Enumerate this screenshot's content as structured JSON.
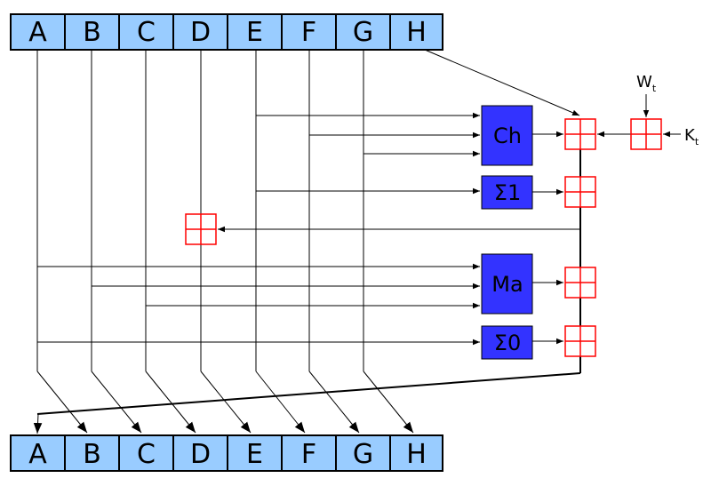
{
  "registers_top": [
    "A",
    "B",
    "C",
    "D",
    "E",
    "F",
    "G",
    "H"
  ],
  "registers_bottom": [
    "A",
    "B",
    "C",
    "D",
    "E",
    "F",
    "G",
    "H"
  ],
  "functions": {
    "ch": "Ch",
    "sigma1": "Σ1",
    "ma": "Ma",
    "sigma0": "Σ0"
  },
  "inputs": {
    "w": {
      "main": "W",
      "sub": "t"
    },
    "k": {
      "main": "K",
      "sub": "t"
    }
  },
  "colors": {
    "register_fill": "#99ccff",
    "function_fill": "#3333ff",
    "adder_stroke": "#ff0000"
  }
}
